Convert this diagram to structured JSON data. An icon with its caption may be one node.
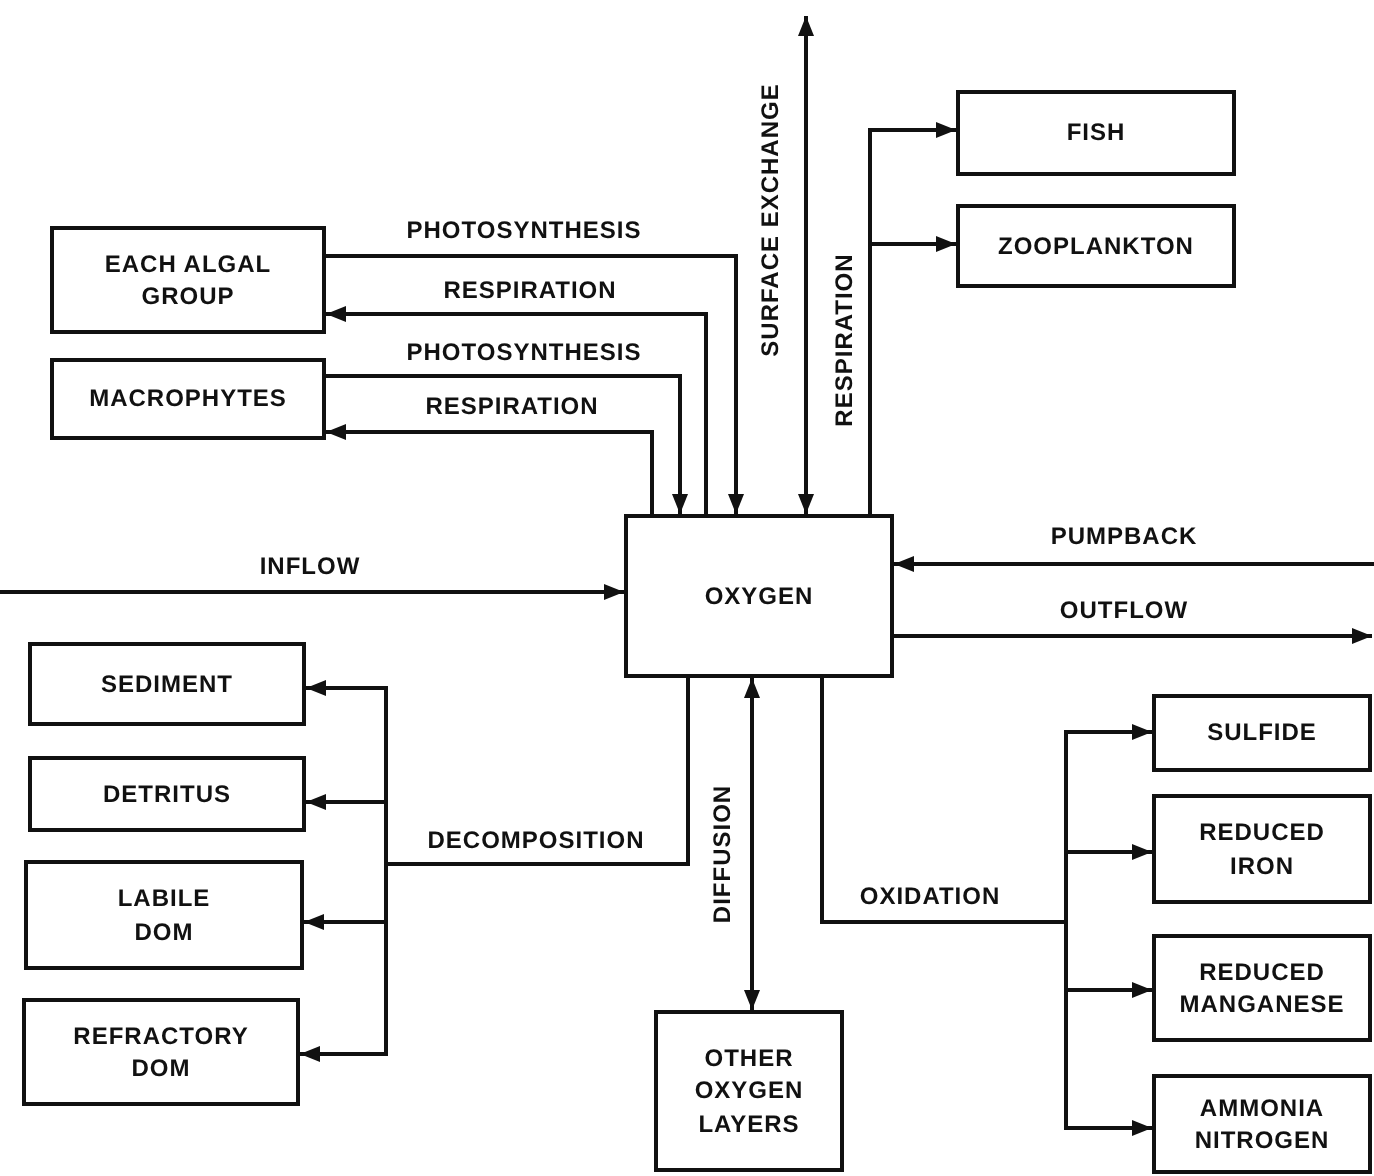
{
  "diagram": {
    "nodes": [
      {
        "text": [
          "EACH ALGAL GROUP"
        ]
      },
      {
        "text": [
          "MACROPHYTES"
        ]
      },
      {
        "text": [
          "FISH"
        ]
      },
      {
        "text": [
          "ZOOPLANKTON"
        ]
      },
      {
        "text": [
          "OXYGEN"
        ]
      },
      {
        "text": [
          "SEDIMENT"
        ]
      },
      {
        "text": [
          "DETRITUS"
        ]
      },
      {
        "text": [
          "LABILE DOM"
        ]
      },
      {
        "text": [
          "REFRACTORY DOM"
        ]
      },
      {
        "text": [
          "OTHER OXYGEN LAYERS"
        ]
      },
      {
        "text": [
          "SULFIDE"
        ]
      },
      {
        "text": [
          "REDUCED IRON"
        ]
      },
      {
        "text": [
          "REDUCED MANGANESE"
        ]
      },
      {
        "text": [
          "AMMONIA NITROGEN"
        ]
      }
    ],
    "edges": [
      {
        "from": 0,
        "to": 4,
        "arrow": "to",
        "label": "PHOTOSYNTHESIS"
      },
      {
        "from": 4,
        "to": 0,
        "arrow": "to",
        "label": "RESPIRATION"
      },
      {
        "from": 1,
        "to": 4,
        "arrow": "to",
        "label": "PHOTOSYNTHESIS"
      },
      {
        "from": 4,
        "to": 1,
        "arrow": "to",
        "label": "RESPIRATION"
      },
      {
        "from": 4,
        "to": null,
        "arrow": "both",
        "label": "SURFACE EXCHANGE"
      },
      {
        "from": 4,
        "to": 2,
        "arrow": "to",
        "label": "RESPIRATION"
      },
      {
        "from": 4,
        "to": 3,
        "arrow": "to"
      },
      {
        "from": null,
        "to": 4,
        "arrow": "to",
        "label": "INFLOW"
      },
      {
        "from": null,
        "to": 4,
        "arrow": "to",
        "label": "PUMPBACK"
      },
      {
        "from": 4,
        "to": null,
        "arrow": "to",
        "label": "OUTFLOW"
      },
      {
        "from": 4,
        "to": 5,
        "arrow": "to",
        "label": "DECOMPOSITION"
      },
      {
        "from": 4,
        "to": 6,
        "arrow": "to"
      },
      {
        "from": 4,
        "to": 7,
        "arrow": "to"
      },
      {
        "from": 4,
        "to": 8,
        "arrow": "to"
      },
      {
        "from": 4,
        "to": 9,
        "arrow": "both",
        "label": "DIFFUSION"
      },
      {
        "from": 4,
        "to": 10,
        "arrow": "to",
        "label": "OXIDATION"
      },
      {
        "from": 4,
        "to": 11,
        "arrow": "to"
      },
      {
        "from": 4,
        "to": 12,
        "arrow": "to"
      },
      {
        "from": 4,
        "to": 13,
        "arrow": "to"
      }
    ]
  }
}
